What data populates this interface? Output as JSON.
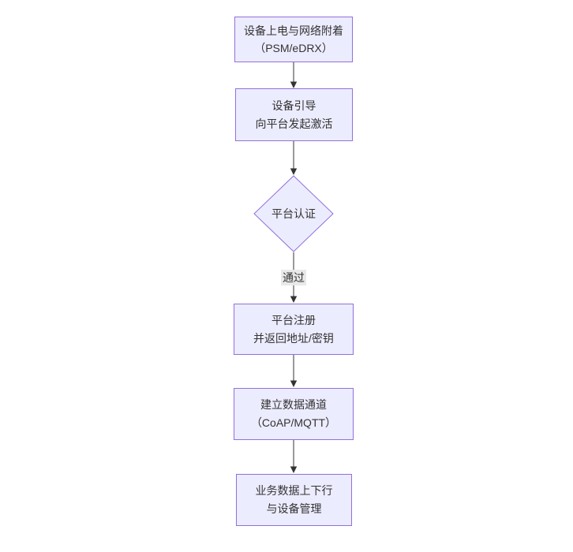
{
  "colors": {
    "node_fill": "#ECECFF",
    "node_border": "#9370DB",
    "node_text": "#333333",
    "edge_stroke": "#333333",
    "edge_label_bg": "#e8e8e8",
    "background": "#ffffff"
  },
  "flow": {
    "direction": "top-down",
    "nodes": [
      {
        "shape": "rect",
        "lines": [
          "设备上电与网络附着",
          "（PSM/eDRX）"
        ]
      },
      {
        "shape": "rect",
        "lines": [
          "设备引导",
          "向平台发起激活"
        ]
      },
      {
        "shape": "diamond",
        "lines": [
          "平台认证"
        ]
      },
      {
        "shape": "rect",
        "lines": [
          "平台注册",
          "并返回地址/密钥"
        ]
      },
      {
        "shape": "rect",
        "lines": [
          "建立数据通道",
          "（CoAP/MQTT）"
        ]
      },
      {
        "shape": "rect",
        "lines": [
          "业务数据上下行",
          "与设备管理"
        ]
      }
    ],
    "edges": [
      {
        "from": 0,
        "to": 1,
        "label": ""
      },
      {
        "from": 1,
        "to": 2,
        "label": ""
      },
      {
        "from": 2,
        "to": 3,
        "label": "通过"
      },
      {
        "from": 3,
        "to": 4,
        "label": ""
      },
      {
        "from": 4,
        "to": 5,
        "label": ""
      }
    ]
  }
}
